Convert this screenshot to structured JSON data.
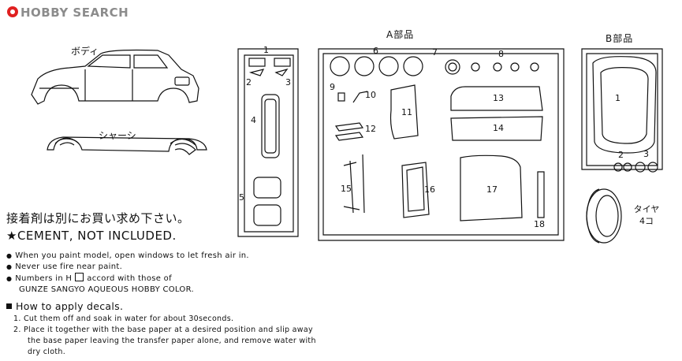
{
  "logo": {
    "text": "HOBBY SEARCH"
  },
  "body_label": "ボディ",
  "chassis_label": "シャーシ",
  "groups": {
    "a_title": "A部品",
    "b_title": "B部品"
  },
  "tire_label": {
    "line1": "タイヤ",
    "line2": "4コ"
  },
  "cement": {
    "jp": "接着剤は別にお買い求め下さい。",
    "en": "★CEMENT, NOT INCLUDED."
  },
  "notes": [
    "When you paint model, open windows to let fresh air in.",
    "Never use fire near paint.",
    "Numbers in H",
    "accord with those of",
    "GUNZE SANGYO AQUEOUS HOBBY COLOR."
  ],
  "howto": {
    "title": "How to apply decals."
  },
  "steps": [
    "1.  Cut them off and soak in water for about 30seconds.",
    "2.  Place it together with the base paper at a desired position and slip away",
    "the base paper leaving the transfer paper alone, and remove water with",
    "dry cloth."
  ],
  "part_numbers": {
    "n1": "1",
    "n2": "2",
    "n3": "3",
    "n4": "4",
    "n5": "5",
    "n6": "6",
    "n7": "7",
    "n8": "8",
    "n9": "9",
    "n10": "10",
    "n11": "11",
    "n12": "12",
    "n13": "13",
    "n14": "14",
    "n15": "15",
    "n16": "16",
    "n17": "17",
    "n18": "18",
    "b1": "1",
    "b2": "2",
    "b3": "3"
  }
}
